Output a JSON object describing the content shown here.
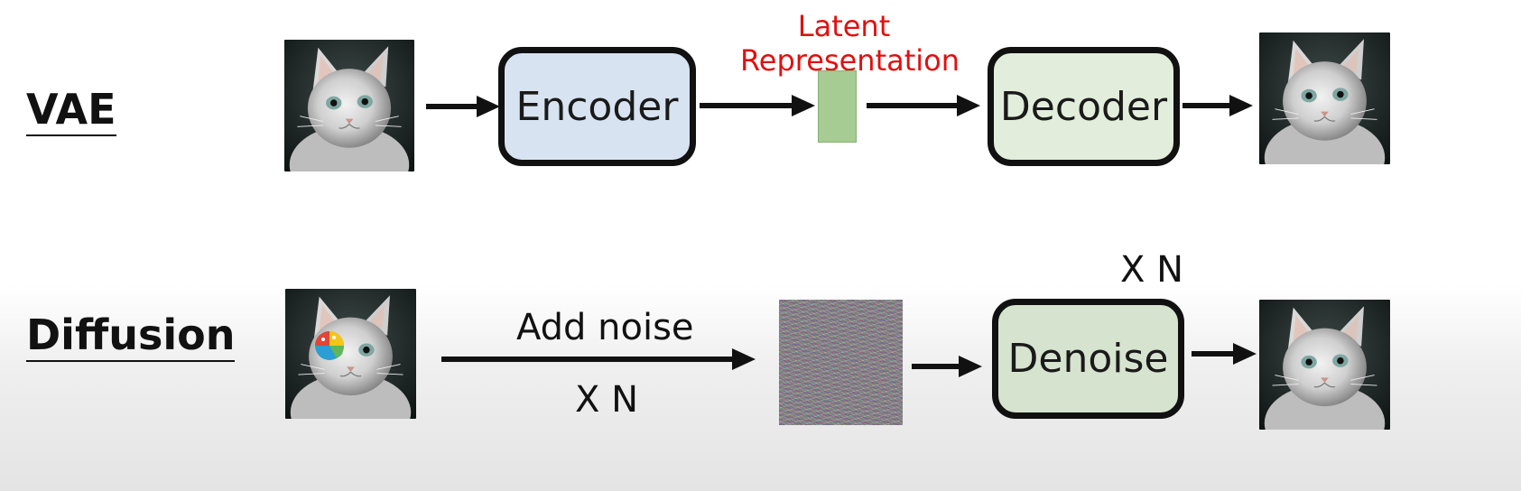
{
  "vae": {
    "label": "VAE",
    "encoder_label": "Encoder",
    "latent_label_line1": "Latent",
    "latent_label_line2": "Representation",
    "decoder_label": "Decoder"
  },
  "diffusion": {
    "label": "Diffusion",
    "add_noise_label": "Add noise",
    "add_noise_repeat": "X N",
    "denoise_label": "Denoise",
    "denoise_repeat": "X N"
  },
  "colors": {
    "encoder_fill": "#d8e3f1",
    "decoder_fill": "#e2eedb",
    "denoise_fill": "#d6e4cf",
    "latent_fill": "#a6cc93",
    "latent_text": "#e01010",
    "arrow": "#111111"
  },
  "icons": {
    "cat_image": "cat-photo",
    "noise_image": "noise-photo",
    "overlay_badge": "colorful-sticker-icon"
  }
}
